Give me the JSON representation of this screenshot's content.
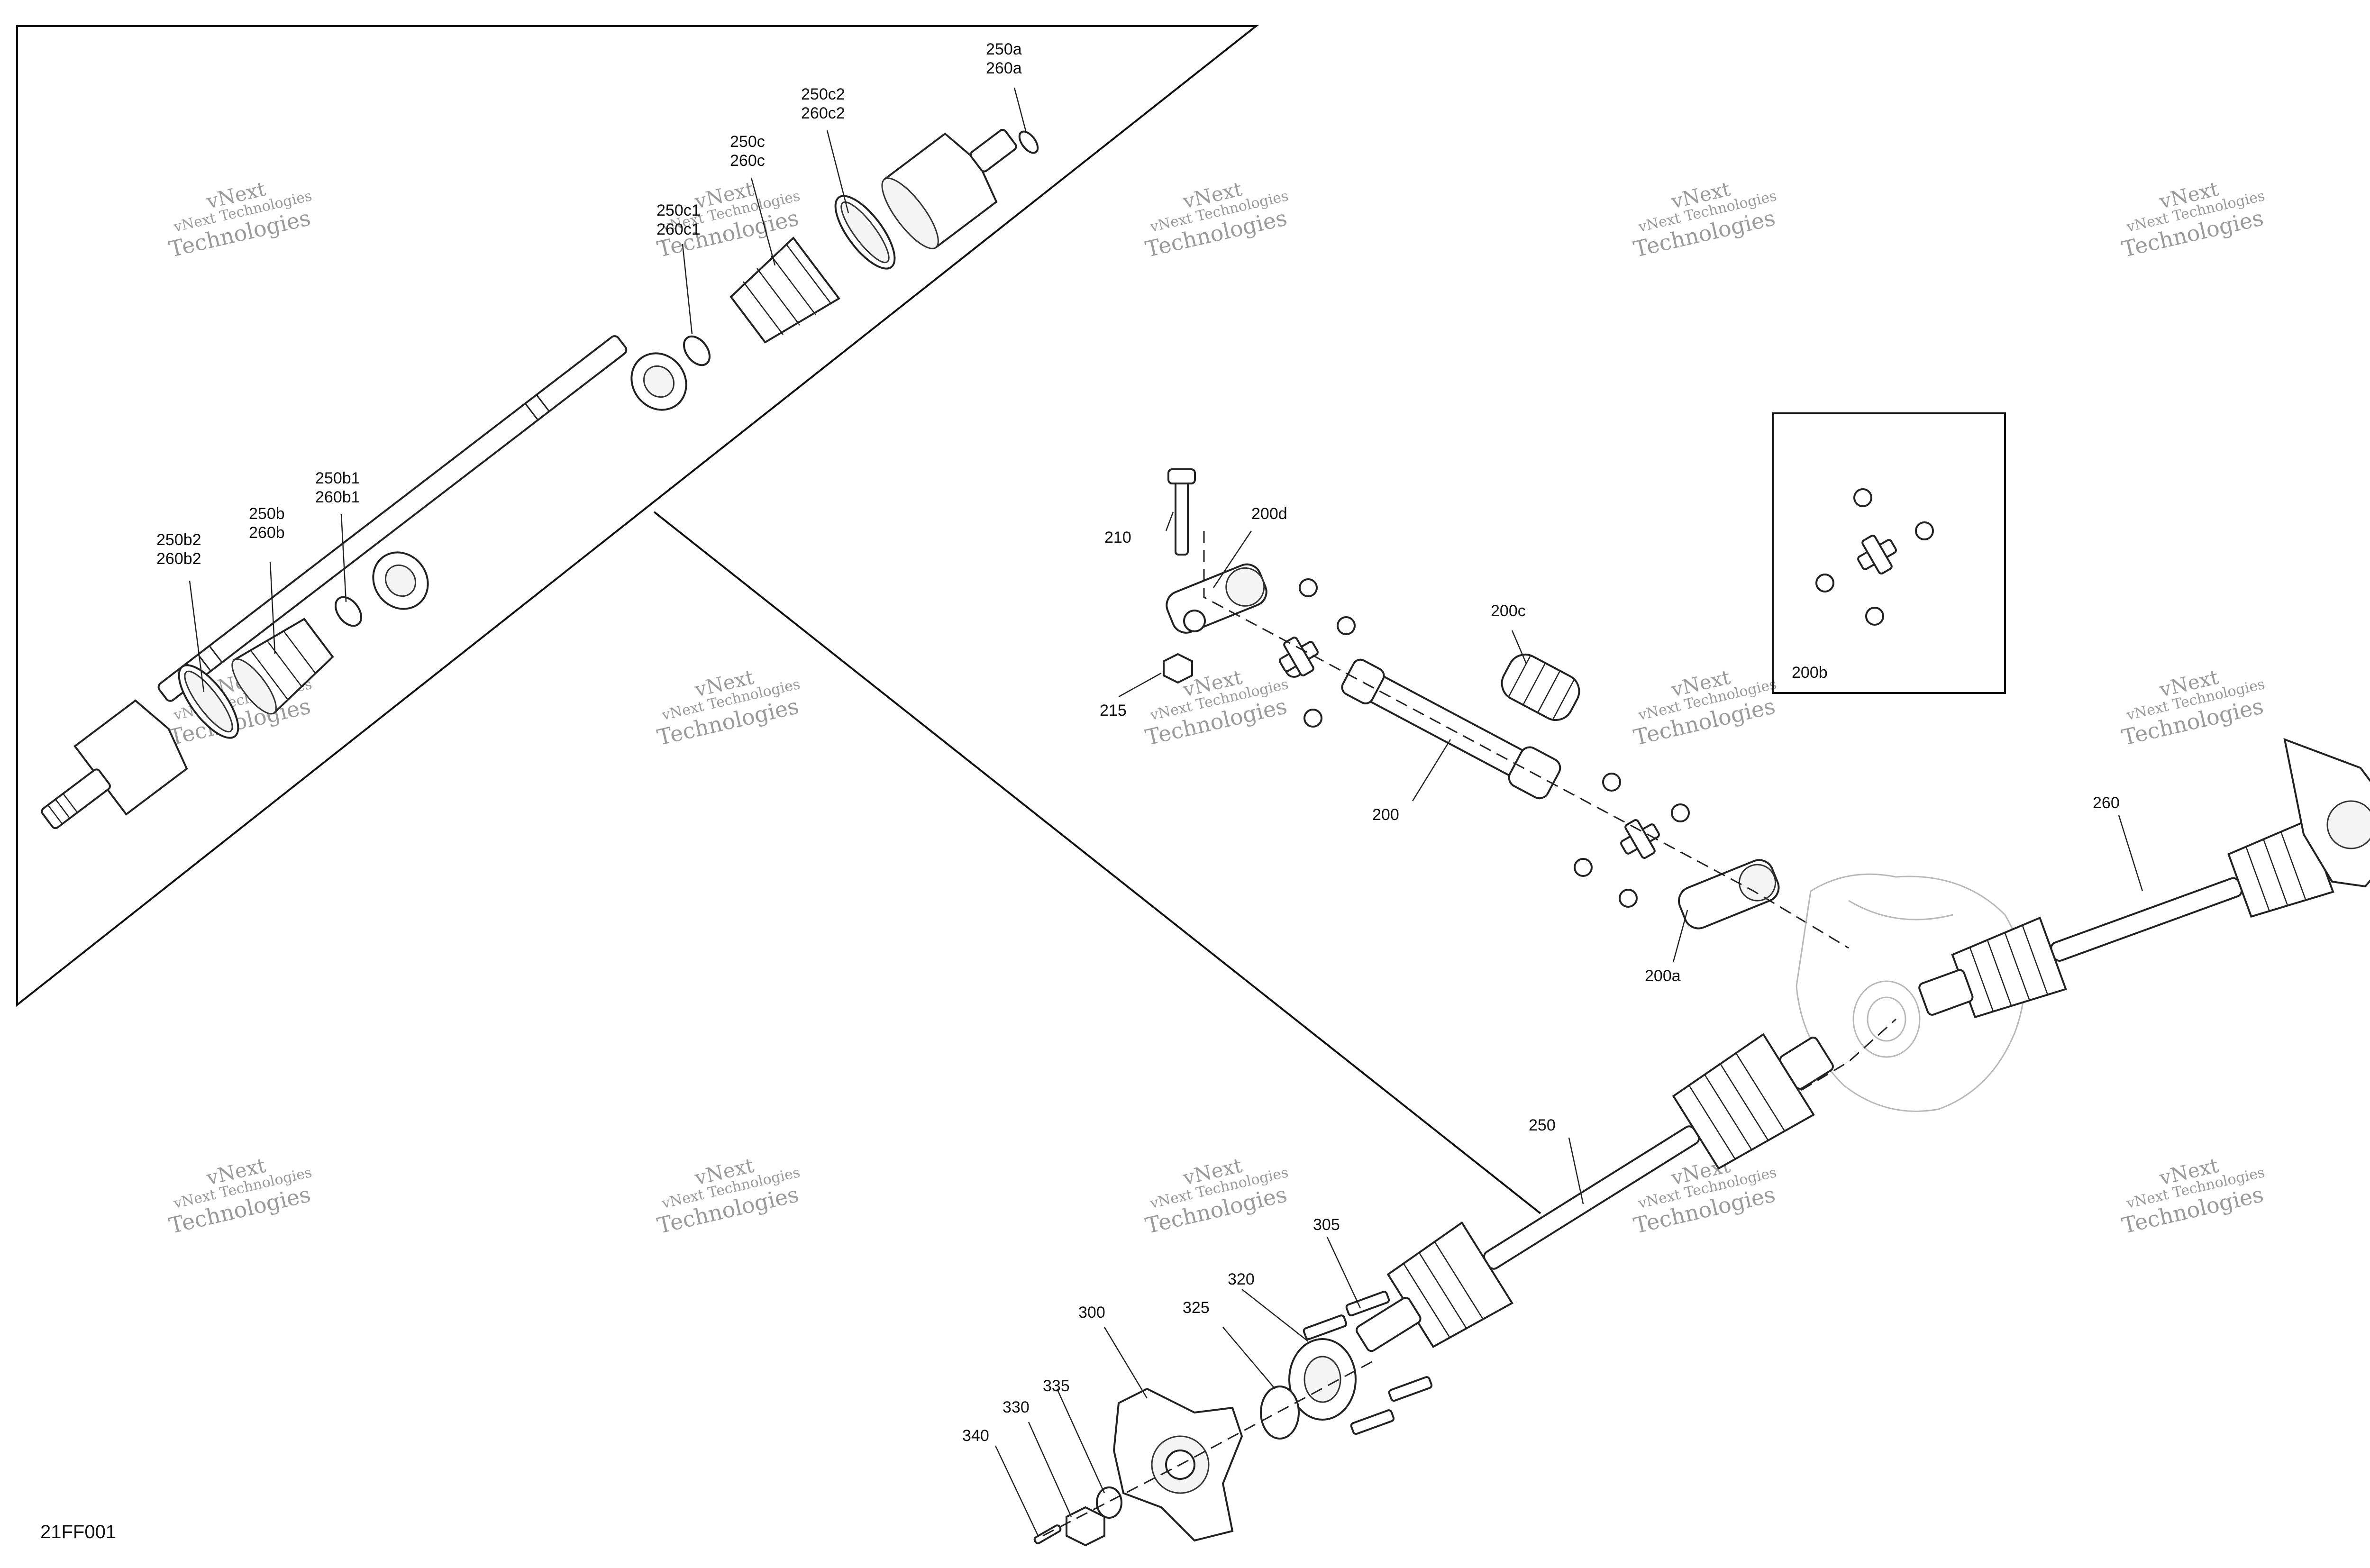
{
  "diagram": {
    "code": "21FF001",
    "watermark": {
      "line1": "vNext",
      "line2": "vNext Technologies",
      "line3": "Technologies"
    },
    "inset_label": "200b",
    "callouts": {
      "c250a": [
        "250a",
        "260a"
      ],
      "c250c2": [
        "250c2",
        "260c2"
      ],
      "c250c": [
        "250c",
        "260c"
      ],
      "c250c1": [
        "250c1",
        "260c1"
      ],
      "c250b1": [
        "250b1",
        "260b1"
      ],
      "c250b": [
        "250b",
        "260b"
      ],
      "c250b2": [
        "250b2",
        "260b2"
      ],
      "c210": "210",
      "c200d": "200d",
      "c215": "215",
      "c200c": "200c",
      "c200": "200",
      "c200a": "200a",
      "c260": "260",
      "c250": "250",
      "c305": "305",
      "c320": "320",
      "c325": "325",
      "c300": "300",
      "c335": "335",
      "c330": "330",
      "c340": "340"
    }
  }
}
